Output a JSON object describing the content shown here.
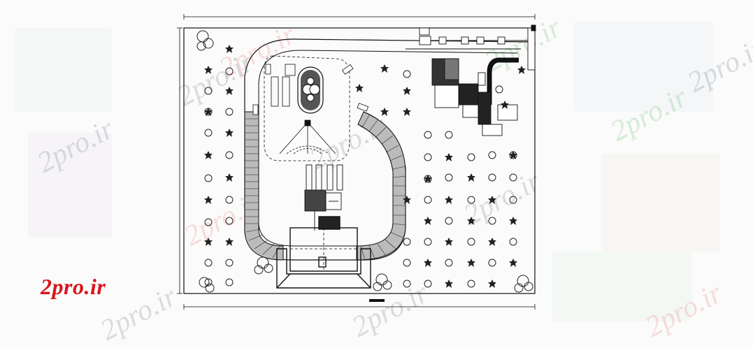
{
  "logo": {
    "text": "2pro.ir",
    "color": "#d9151b"
  },
  "watermarks": [
    {
      "text": "2pro.ir",
      "color": "#9aa4ae"
    },
    {
      "text": "2pro.ir",
      "color": "#8fd08f"
    },
    {
      "text": "2pro.ir",
      "color": "#f0a0a0"
    },
    {
      "text": "2pro.ir",
      "color": "#9aa4ae"
    },
    {
      "text": "2pro.ir",
      "color": "#9aa4ae"
    },
    {
      "text": "2pro.ir",
      "color": "#8fd08f"
    },
    {
      "text": "2pro.ir",
      "color": "#f0a0a0"
    },
    {
      "text": "2pro.ir",
      "color": "#9aa4ae"
    },
    {
      "text": "2pro.ir",
      "color": "#9aa4ae"
    },
    {
      "text": "2pro.ir",
      "color": "#f0a0a0"
    },
    {
      "text": "2pro.ir",
      "color": "#9aa4ae"
    },
    {
      "text": "2pro.ir",
      "color": "#9aa4ae"
    }
  ],
  "plan": {
    "line_color": "#111111",
    "hatch_color": "#333333",
    "tree_color": "#222222"
  }
}
